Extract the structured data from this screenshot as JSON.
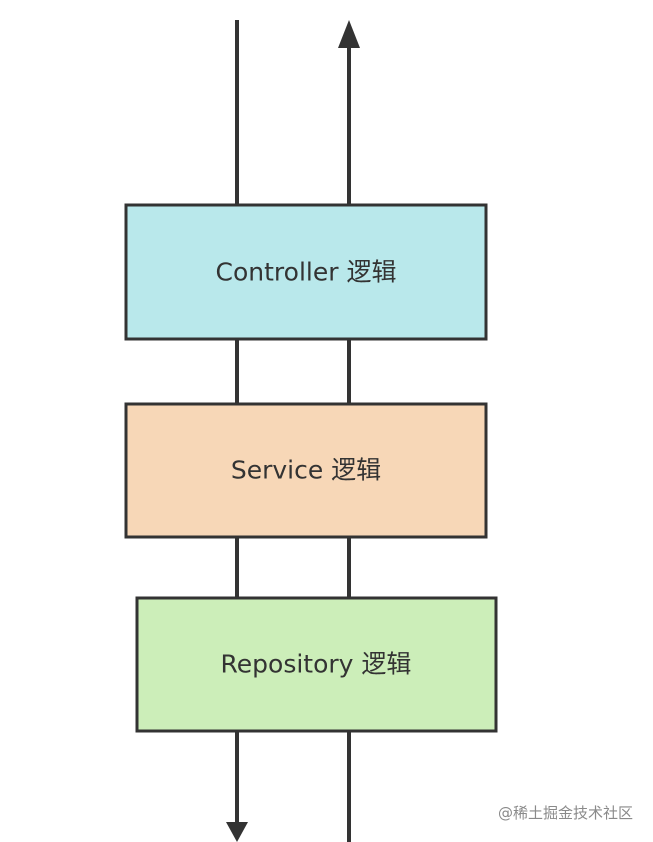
{
  "layers": [
    {
      "id": "controller",
      "label": "Controller 逻辑",
      "fill": "#B9E8EB"
    },
    {
      "id": "service",
      "label": "Service 逻辑",
      "fill": "#F7D7B7"
    },
    {
      "id": "repository",
      "label": "Repository 逻辑",
      "fill": "#CCEEB9"
    }
  ],
  "colors": {
    "stroke": "#333333",
    "text": "#333333",
    "watermark": "#8a8a8a"
  },
  "watermark": "@稀土掘金技术社区"
}
